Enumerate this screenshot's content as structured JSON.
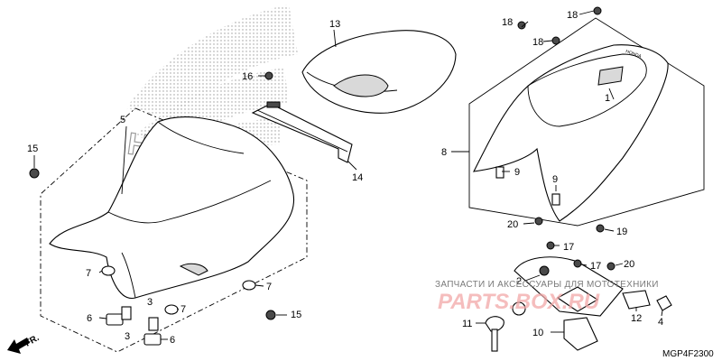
{
  "diagram": {
    "code": "MGP4F2300",
    "front_arrow": "FR.",
    "brand_logo": "HONDA",
    "watermark_text": "ЗАПЧАСТИ И АКСЕССУАРЫ ДЛЯ МОТОТЕХНИКИ",
    "watermark_logo": "PARTS.BOX.RU",
    "callouts": [
      "1",
      "2",
      "3",
      "3",
      "4",
      "5",
      "6",
      "6",
      "7",
      "7",
      "7",
      "8",
      "9",
      "9",
      "10",
      "11",
      "12",
      "13",
      "14",
      "15",
      "15",
      "16",
      "17",
      "17",
      "18",
      "18",
      "18",
      "19",
      "20",
      "20"
    ]
  }
}
